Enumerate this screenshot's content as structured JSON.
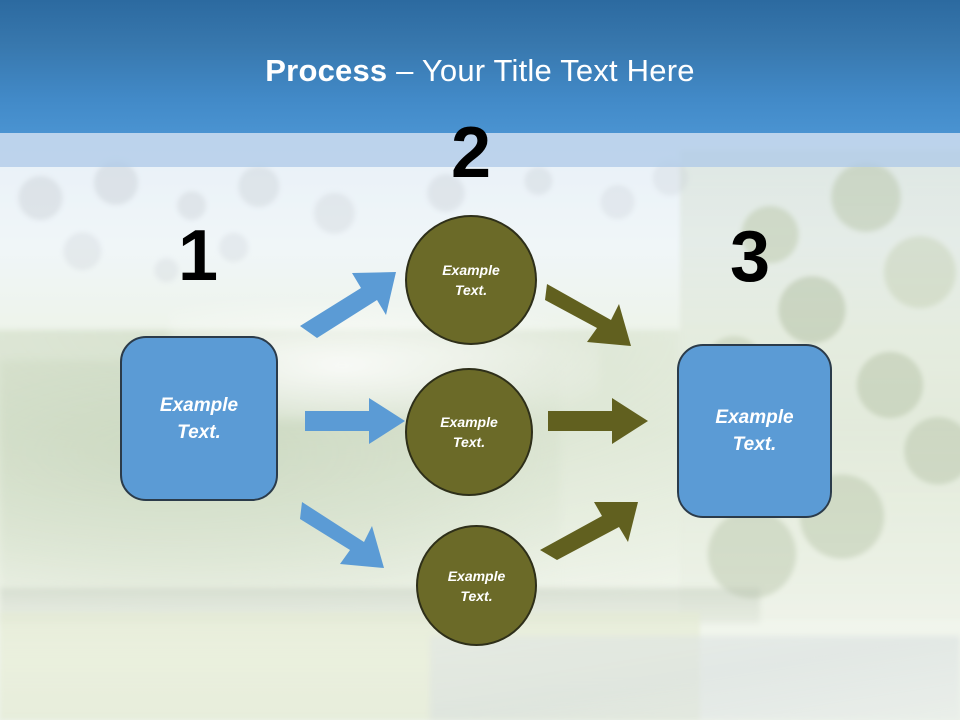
{
  "slide": {
    "title_strong": "Process",
    "title_separator": " – ",
    "title_light": "Your Title Text Here",
    "background_description": "nature-photo-river-trees"
  },
  "colors": {
    "header_top": "#2c6aa0",
    "header_bottom": "#4a93d1",
    "header_subband": "#b0cae8",
    "box_fill": "#5b9bd5",
    "box_border": "#2b3b4a",
    "circle_fill": "#6b6a28",
    "circle_border": "#2e2f19",
    "arrow_blue": "#5b9bd5",
    "arrow_olive": "#61601f",
    "number_color": "#000000",
    "shape_text": "#ffffff"
  },
  "steps": [
    {
      "number": "1",
      "label": "step-1"
    },
    {
      "number": "2",
      "label": "step-2"
    },
    {
      "number": "3",
      "label": "step-3"
    }
  ],
  "nodes": {
    "input_box": {
      "line1": "Example",
      "line2": "Text."
    },
    "circle_top": {
      "line1": "Example",
      "line2": "Text."
    },
    "circle_middle": {
      "line1": "Example",
      "line2": "Text."
    },
    "circle_bottom": {
      "line1": "Example",
      "line2": "Text."
    },
    "output_box": {
      "line1": "Example",
      "line2": "Text."
    }
  },
  "arrows": [
    {
      "name": "arrow-blue-up-right",
      "color": "#5b9bd5",
      "direction": "up-right"
    },
    {
      "name": "arrow-blue-right",
      "color": "#5b9bd5",
      "direction": "right"
    },
    {
      "name": "arrow-blue-down-right",
      "color": "#5b9bd5",
      "direction": "down-right"
    },
    {
      "name": "arrow-olive-down-right",
      "color": "#61601f",
      "direction": "down-right"
    },
    {
      "name": "arrow-olive-right",
      "color": "#61601f",
      "direction": "right"
    },
    {
      "name": "arrow-olive-up-right",
      "color": "#61601f",
      "direction": "up-right"
    }
  ]
}
